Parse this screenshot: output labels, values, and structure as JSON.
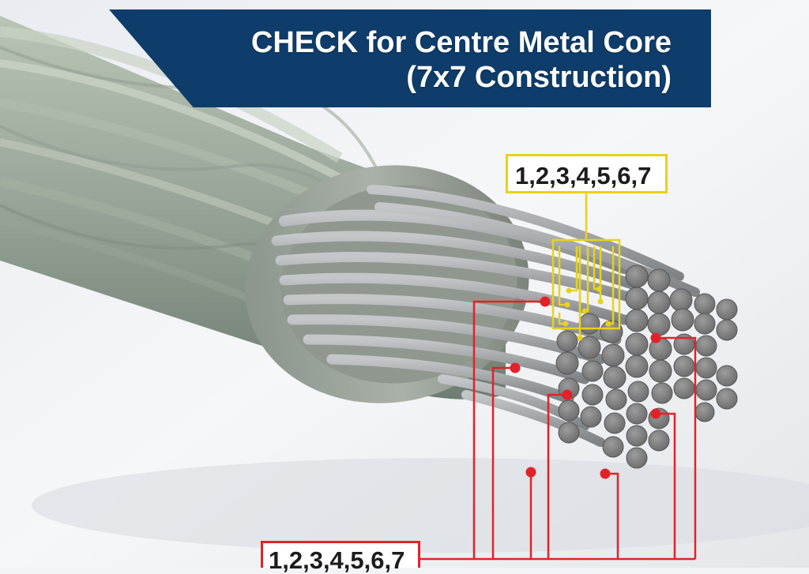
{
  "banner": {
    "title_line1": "CHECK for Centre Metal Core",
    "title_line2": "(7x7 Construction)",
    "background_color": "#0f3d6b"
  },
  "callouts": {
    "core_strands_label": "1,2,3,4,5,6,7",
    "core_strands_color": "#e8d21a",
    "outer_strands_label": "1,2,3,4,5,6,7",
    "outer_strands_color": "#e12328"
  }
}
